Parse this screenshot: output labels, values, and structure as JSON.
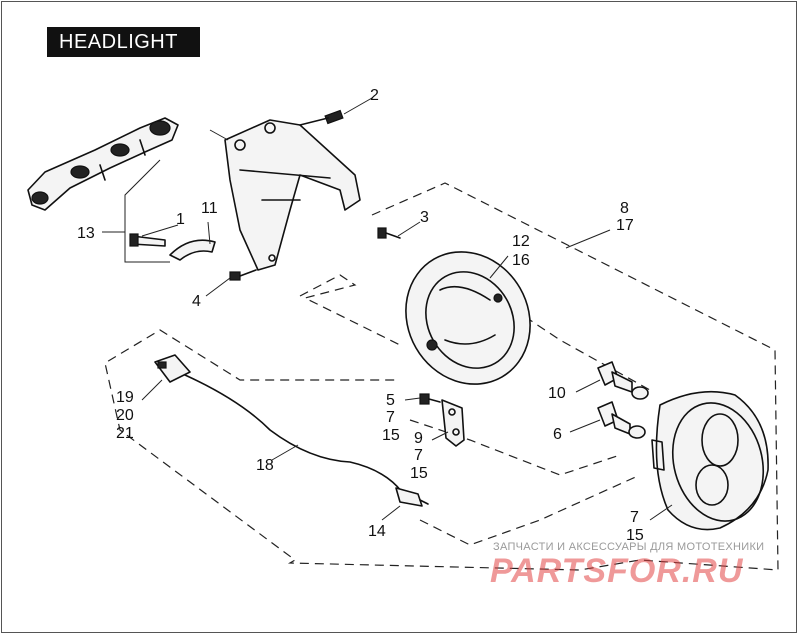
{
  "title": "HEADLIGHT",
  "callouts": {
    "c2": "2",
    "c1": "1",
    "c11": "11",
    "c13": "13",
    "c4": "4",
    "c3": "3",
    "c8": "8",
    "c17": "17",
    "c12": "12",
    "c16": "16",
    "c19": "19",
    "c20": "20",
    "c21": "21",
    "c18": "18",
    "c5": "5",
    "c7a": "7",
    "c15a": "15",
    "c9": "9",
    "c7b": "7",
    "c15b": "15",
    "c10": "10",
    "c6": "6",
    "c7c": "7",
    "c15c": "15",
    "c14": "14"
  },
  "watermark": {
    "subtitle": "ЗАПЧАСТИ И АКСЕССУАРЫ ДЛЯ МОТОТЕХНИКИ",
    "brand": "PARTSFOR.RU"
  }
}
